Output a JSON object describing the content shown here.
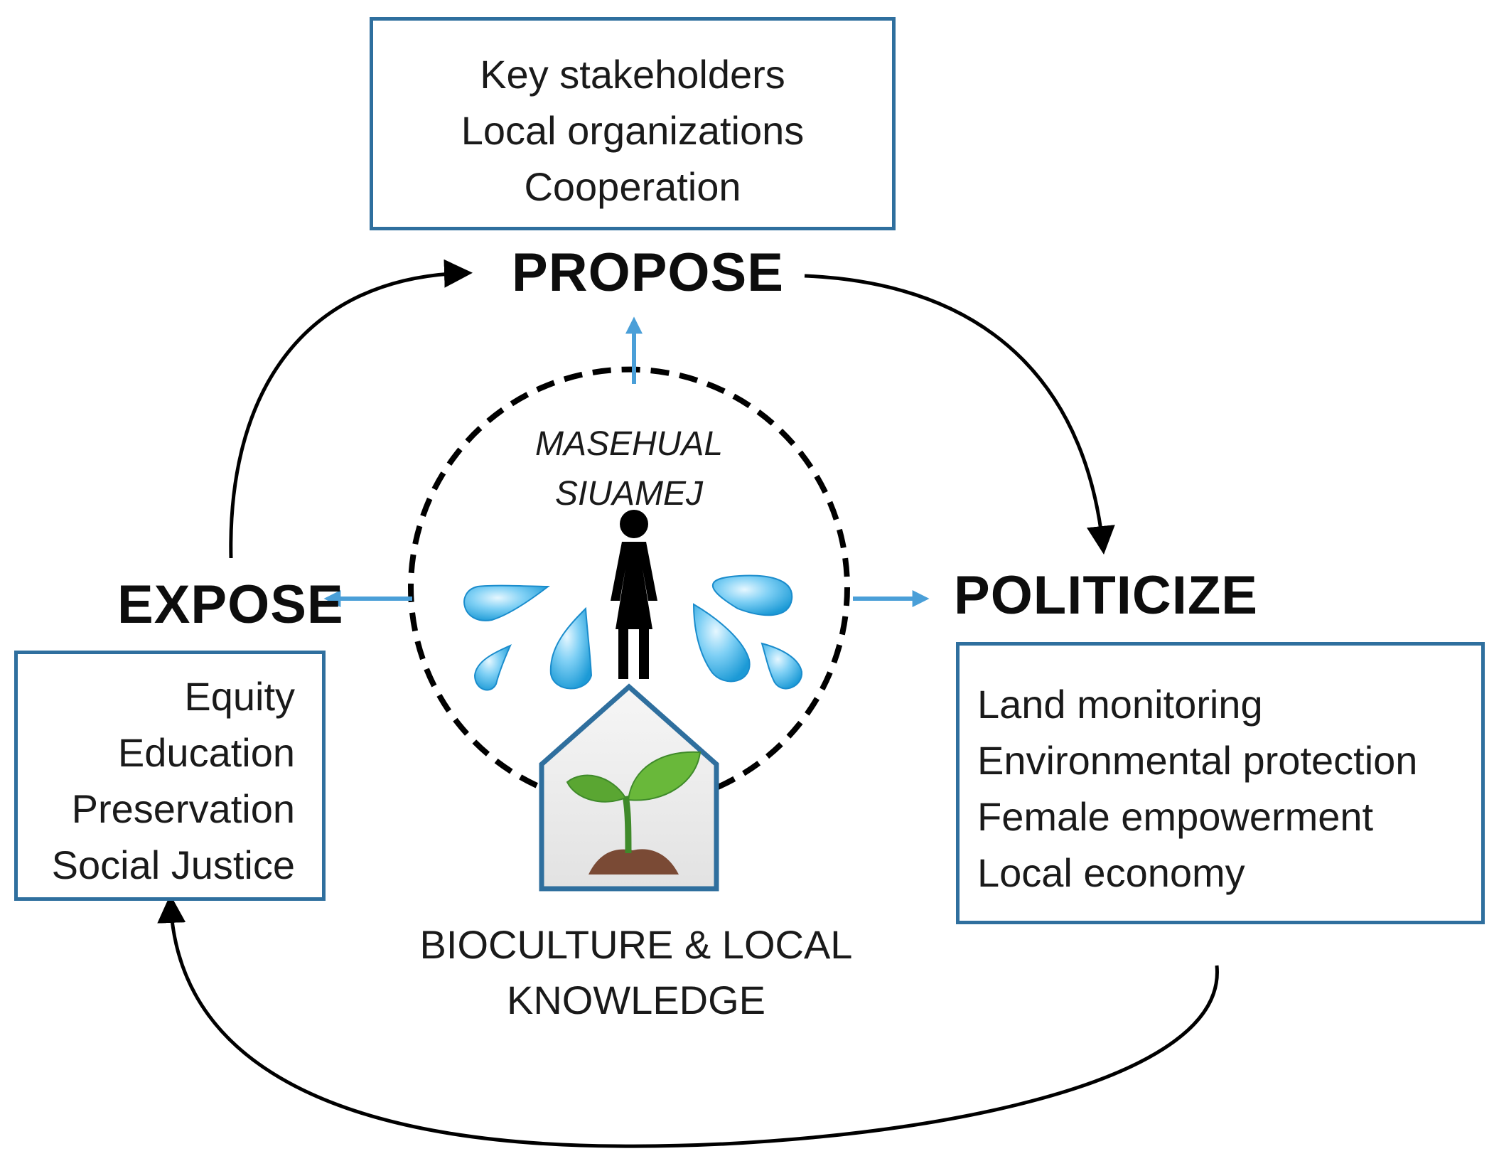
{
  "propose": {
    "title": "PROPOSE",
    "items": [
      "Key stakeholders",
      "Local organizations",
      "Cooperation"
    ]
  },
  "expose": {
    "title": "EXPOSE",
    "items": [
      "Equity",
      "Education",
      "Preservation",
      "Social Justice"
    ]
  },
  "politicize": {
    "title": "POLITICIZE",
    "items": [
      "Land monitoring",
      "Environmental protection",
      "Female empowerment",
      "Local economy"
    ]
  },
  "center": {
    "name_line1": "MASEHUAL",
    "name_line2": "SIUAMEJ",
    "icons": [
      "woman-figure-icon",
      "water-drop-icon",
      "greenhouse-icon",
      "seedling-icon"
    ]
  },
  "base": {
    "label_line1": "BIOCULTURE & LOCAL",
    "label_line2": "KNOWLEDGE"
  },
  "colors": {
    "box_border": "#2f6f9e",
    "arrow_blue": "#4a9fd8",
    "cycle_arrow": "#000000",
    "drop_fill": "#29a9e0",
    "leaf_green": "#5aa632"
  }
}
